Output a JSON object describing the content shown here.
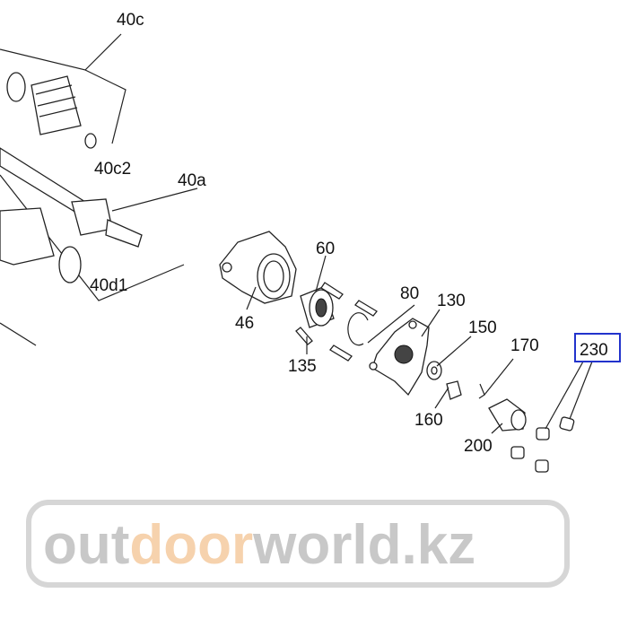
{
  "diagram": {
    "watermark": {
      "part1": "out",
      "part2": "door",
      "part3": "world",
      "part4": ".kz"
    },
    "colors": {
      "watermark_gray": "#c8c8c8",
      "watermark_orange": "#f6d2ad",
      "highlight": "#2233cc"
    },
    "callouts": [
      {
        "id": "40c",
        "label": "40c"
      },
      {
        "id": "40c2",
        "label": "40c2"
      },
      {
        "id": "40a",
        "label": "40a"
      },
      {
        "id": "40d1",
        "label": "40d1"
      },
      {
        "id": "46",
        "label": "46"
      },
      {
        "id": "60",
        "label": "60"
      },
      {
        "id": "80",
        "label": "80"
      },
      {
        "id": "130",
        "label": "130"
      },
      {
        "id": "135",
        "label": "135"
      },
      {
        "id": "150",
        "label": "150"
      },
      {
        "id": "160",
        "label": "160"
      },
      {
        "id": "170",
        "label": "170"
      },
      {
        "id": "200",
        "label": "200"
      },
      {
        "id": "230",
        "label": "230",
        "highlighted": true
      }
    ]
  }
}
